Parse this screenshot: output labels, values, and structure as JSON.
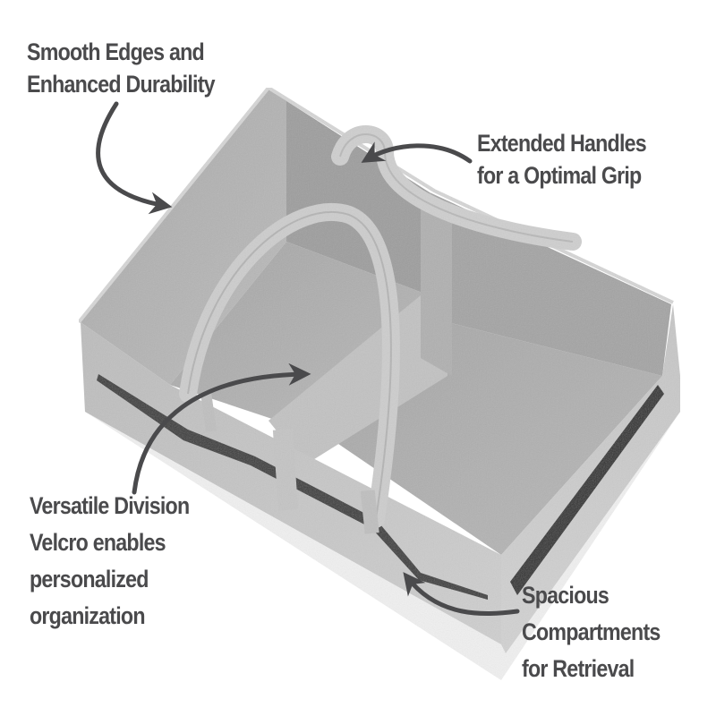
{
  "product": {
    "subject": "felt caddy organizer basket",
    "colors": {
      "background": "#ffffff",
      "label_text": "#4a4a4c",
      "arrow": "#4a4a4c",
      "felt_light": "#c9c9c9",
      "felt_mid": "#b3b3b3",
      "felt_dark": "#9a9a9a",
      "felt_shadow": "#3a3a3a"
    }
  },
  "callouts": [
    {
      "id": "durability",
      "lines": [
        "Smooth Edges and",
        "Enhanced Durability"
      ],
      "arrow_target": "left-wall-edge"
    },
    {
      "id": "handles",
      "lines": [
        "Extended Handles",
        "for a Optimal Grip"
      ],
      "arrow_target": "rear-handle"
    },
    {
      "id": "division",
      "lines": [
        "Versatile Division",
        "Velcro enables",
        "personalized",
        "organization"
      ],
      "arrow_target": "center-divider"
    },
    {
      "id": "compartments",
      "lines": [
        "Spacious",
        "Compartments",
        "for Retrieval"
      ],
      "arrow_target": "front-pocket"
    }
  ]
}
